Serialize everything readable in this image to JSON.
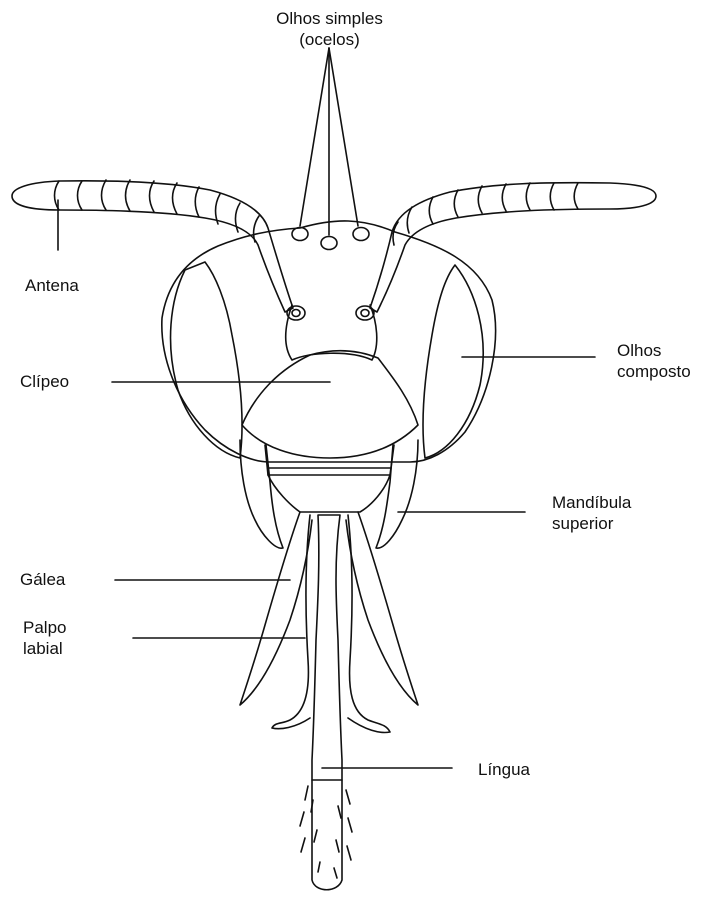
{
  "labels": {
    "ocelli_line1": "Olhos simples",
    "ocelli_line2": "(ocelos)",
    "antenna": "Antena",
    "compound_eye_line1": "Olhos",
    "compound_eye_line2": "composto",
    "clypeus": "Clípeo",
    "mandible_line1": "Mandíbula",
    "mandible_line2": "superior",
    "galea": "Gálea",
    "labial_palp_line1": "Palpo",
    "labial_palp_line2": "labial",
    "tongue": "Língua"
  },
  "colors": {
    "stroke": "#111111",
    "background": "#ffffff"
  }
}
